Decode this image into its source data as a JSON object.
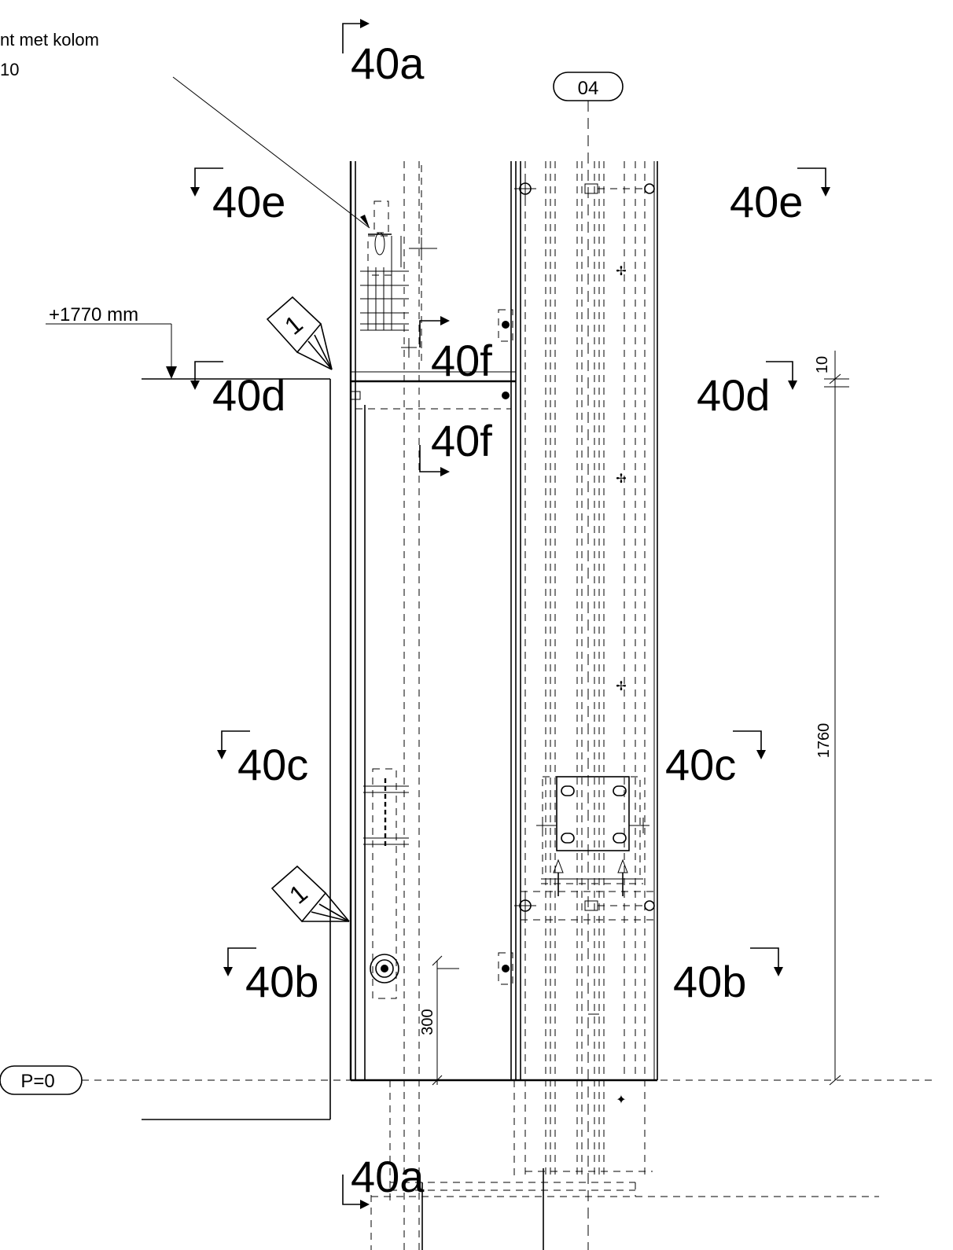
{
  "note": {
    "line1": "nt met kolom",
    "line2": "10"
  },
  "sections": {
    "a_top": "40a",
    "a_bottom": "40a",
    "e_left": "40e",
    "e_right": "40e",
    "d_left": "40d",
    "d_right": "40d",
    "f_upper": "40f",
    "f_lower": "40f",
    "c_left": "40c",
    "c_right": "40c",
    "b_left": "40b",
    "b_right": "40b"
  },
  "grid_bubble": "04",
  "level_bubble": "P=0",
  "elevation_label": "+1770 mm",
  "dimensions": {
    "d10": "10",
    "d1760": "1760",
    "d300": "300"
  },
  "detail_tags": {
    "tag_upper": "1",
    "tag_lower": "1"
  }
}
